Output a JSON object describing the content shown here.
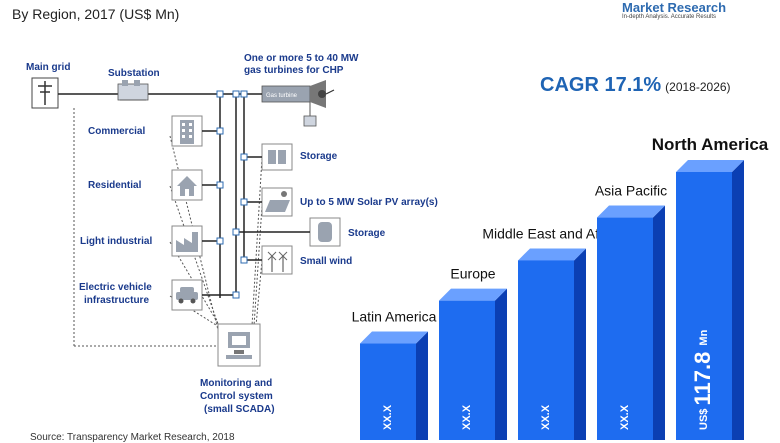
{
  "header": {
    "subtitle": "By Region, 2017 (US$ Mn)",
    "brand_name": "Market Research",
    "brand_tagline": "In-depth Analysis. Accurate Results"
  },
  "diagram": {
    "main_grid": "Main grid",
    "substation": "Substation",
    "gas_turbines": [
      "One or more 5 to 40 MW",
      "gas turbines for CHP"
    ],
    "gas_turbine_box": "Gas turbine",
    "commercial": "Commercial",
    "residential": "Residential",
    "light_industrial": "Light industrial",
    "ev": [
      "Electric vehicle",
      "infrastructure"
    ],
    "storage_1": "Storage",
    "solar": "Up to 5 MW Solar PV array(s)",
    "storage_2": "Storage",
    "small_wind": "Small wind",
    "monitoring": [
      "Monitoring and",
      "Control system",
      "(small SCADA)"
    ]
  },
  "cagr": {
    "value": "CAGR 17.1%",
    "period": "(2018-2026)"
  },
  "footer": {
    "source": "Source: Transparency Market Research, 2018"
  },
  "colors": {
    "bar_front": "#1e6cf0",
    "bar_side": "#0b3fb3",
    "bar_top": "#6aa0ff",
    "diagram_text": "#1a3a8c"
  },
  "chart_data": {
    "type": "bar",
    "categories": [
      "Latin America",
      "Europe",
      "Middle East and Africa",
      "Asia Pacific",
      "North America"
    ],
    "value_labels": [
      "XX.X",
      "XX.X",
      "XX.X",
      "XX.X",
      "US$ 117.8 Mn"
    ],
    "values": [
      null,
      null,
      null,
      null,
      117.8
    ],
    "relative_heights": [
      0.36,
      0.52,
      0.67,
      0.83,
      1.0
    ],
    "unit": "US$ Mn",
    "highlight_category": "North America",
    "title": "",
    "xlabel": "",
    "ylabel": "",
    "grid": false,
    "legend": "none"
  }
}
